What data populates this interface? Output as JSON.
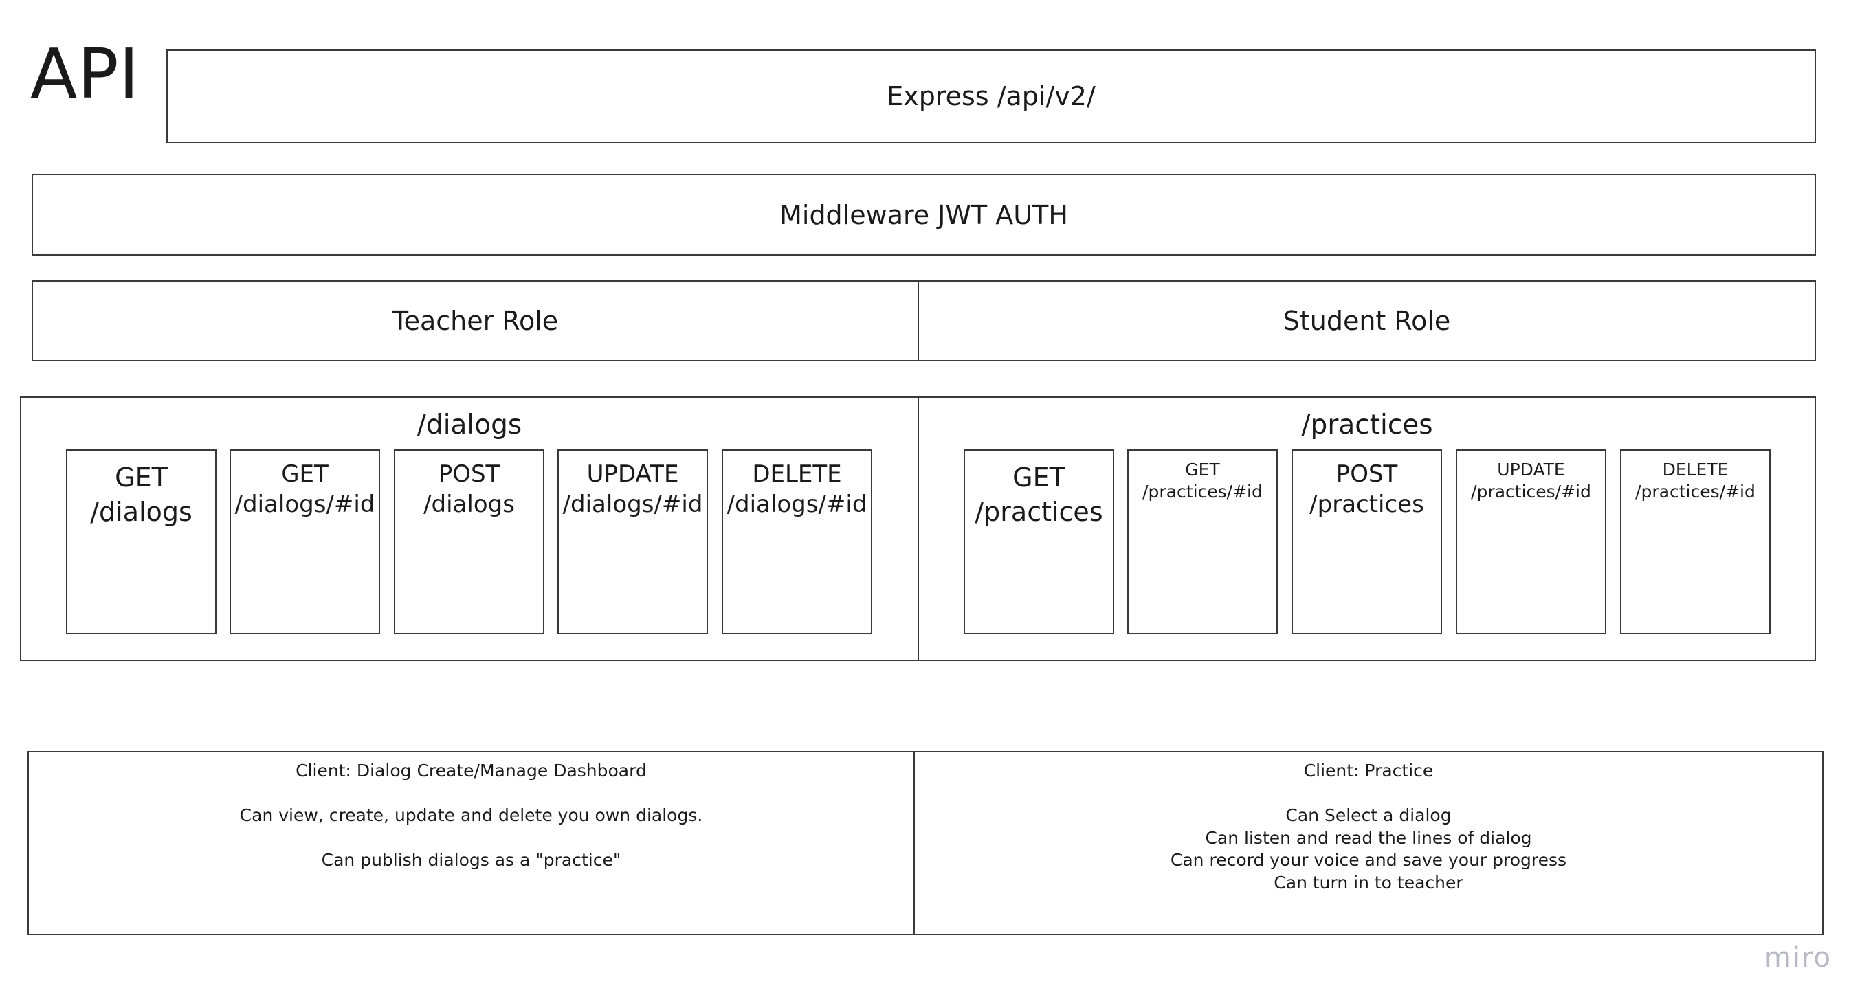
{
  "title": "API",
  "express_label": "Express /api/v2/",
  "middleware_label": "Middleware JWT AUTH",
  "roles": {
    "teacher": "Teacher Role",
    "student": "Student Role"
  },
  "dialogs": {
    "title": "/dialogs",
    "endpoints": [
      {
        "method": "GET",
        "path": "/dialogs"
      },
      {
        "method": "GET",
        "path": "/dialogs/#id"
      },
      {
        "method": "POST",
        "path": "/dialogs"
      },
      {
        "method": "UPDATE",
        "path": "/dialogs/#id"
      },
      {
        "method": "DELETE",
        "path": "/dialogs/#id"
      }
    ]
  },
  "practices": {
    "title": "/practices",
    "endpoints": [
      {
        "method": "GET",
        "path": "/practices"
      },
      {
        "method": "GET",
        "path": "/practices/#id"
      },
      {
        "method": "POST",
        "path": "/practices"
      },
      {
        "method": "UPDATE",
        "path": "/practices/#id"
      },
      {
        "method": "DELETE",
        "path": "/practices/#id"
      }
    ]
  },
  "clients": {
    "teacher": {
      "title": "Client: Dialog Create/Manage Dashboard",
      "lines": [
        "Can view, create, update and delete you own dialogs.",
        "Can publish dialogs as a \"practice\""
      ]
    },
    "student": {
      "title": "Client: Practice",
      "lines": [
        "Can Select a dialog",
        "Can listen and read the lines of dialog",
        "Can record your voice and save your progress",
        "Can turn in to teacher"
      ]
    }
  },
  "watermark": "miro"
}
